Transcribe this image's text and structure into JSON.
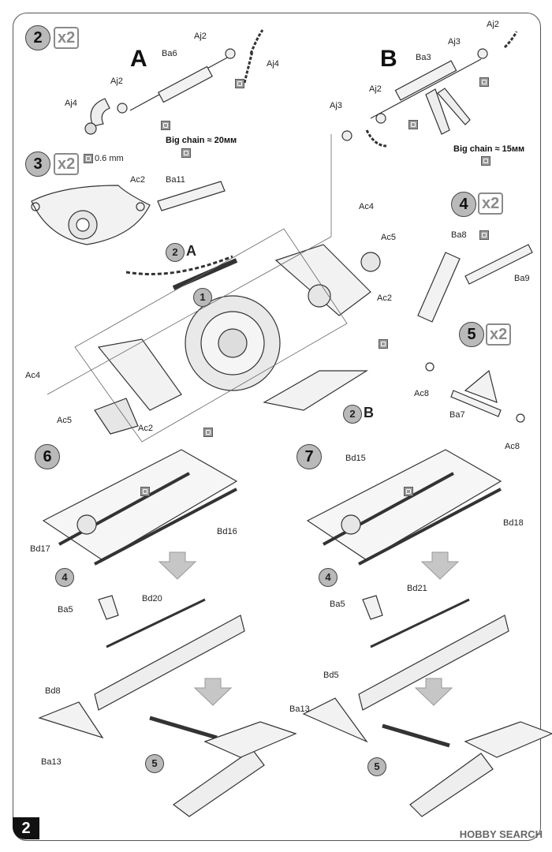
{
  "page_number": "2",
  "watermark": "HOBBY SEARCH",
  "steps": [
    {
      "num": "2",
      "mult": "x2"
    },
    {
      "num": "3",
      "mult": "x2",
      "thickness": "0.6 mm"
    },
    {
      "num": "4",
      "mult": "x2"
    },
    {
      "num": "5",
      "mult": "x2"
    },
    {
      "num": "6"
    },
    {
      "num": "7"
    }
  ],
  "sub_a": {
    "letter": "A",
    "chain_note": "Big chain ≈ 20мм",
    "parts": [
      "Aj2",
      "Ba6",
      "Aj4",
      "Aj2",
      "Aj4"
    ]
  },
  "sub_b": {
    "letter": "B",
    "chain_note": "Big chain ≈ 15мм",
    "parts": [
      "Aj2",
      "Ba3",
      "Aj3",
      "Aj2",
      "Aj3"
    ]
  },
  "step3_parts": [
    "Ac2"
  ],
  "main_parts": {
    "ba11": "Ba11",
    "ac4a": "Ac4",
    "ac5a": "Ac5",
    "ac2a": "Ac2",
    "ac4b": "Ac4",
    "ac5b": "Ac5",
    "ac2b": "Ac2"
  },
  "refs": {
    "r2a": "2",
    "r2a_l": "A",
    "r1": "1",
    "r2b": "2",
    "r2b_l": "B",
    "r4a": "4",
    "r4b": "4",
    "r5a": "5",
    "r5b": "5"
  },
  "step4_parts": {
    "ba8": "Ba8",
    "ba9": "Ba9"
  },
  "step5_parts": {
    "ac8a": "Ac8",
    "ba7": "Ba7",
    "ac8b": "Ac8"
  },
  "step6_parts": {
    "bd17": "Bd17",
    "bd16": "Bd16",
    "ba5": "Ba5",
    "bd20": "Bd20",
    "bd8": "Bd8",
    "ba13": "Ba13"
  },
  "step7_parts": {
    "bd15": "Bd15",
    "bd18": "Bd18",
    "ba5": "Ba5",
    "bd21": "Bd21",
    "bd5": "Bd5",
    "ba13": "Ba13"
  },
  "glue_icon": "glue-icon",
  "arrow_icon": "down-arrow-icon"
}
